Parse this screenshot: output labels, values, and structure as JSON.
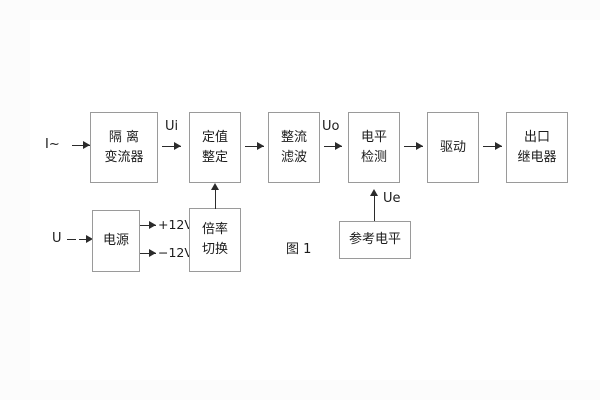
{
  "figure": {
    "caption": "图 1",
    "colors": {
      "block_border": "#9a9a9a",
      "connector": "#2b2b2b",
      "text": "#1c1c1c",
      "page_background": "#fcfcfc",
      "plate_background": "#ffffff"
    }
  },
  "inputs": {
    "current": "I~",
    "voltage": "U"
  },
  "signals": {
    "ui": "Ui",
    "uo": "Uo",
    "ue": "Ue"
  },
  "supply_rails": {
    "positive": "+12V",
    "negative": "−12V"
  },
  "main_chain": [
    {
      "id": "isolation-transformer",
      "line1": "隔  离",
      "line2": "变流器"
    },
    {
      "id": "setting-value",
      "line1": "定值",
      "line2": "整定"
    },
    {
      "id": "rectify-filter",
      "line1": "整流",
      "line2": "滤波"
    },
    {
      "id": "level-detection",
      "line1": "电平",
      "line2": "检测"
    },
    {
      "id": "driver",
      "line1": "驱动",
      "line2": ""
    },
    {
      "id": "output-relay",
      "line1": "出口",
      "line2": "继电器"
    }
  ],
  "aux_blocks": [
    {
      "id": "power-supply",
      "line1": "电源",
      "line2": ""
    },
    {
      "id": "multiplier-switch",
      "line1": "倍率",
      "line2": "切换"
    },
    {
      "id": "reference-level",
      "line1": "参考电平",
      "line2": ""
    }
  ]
}
